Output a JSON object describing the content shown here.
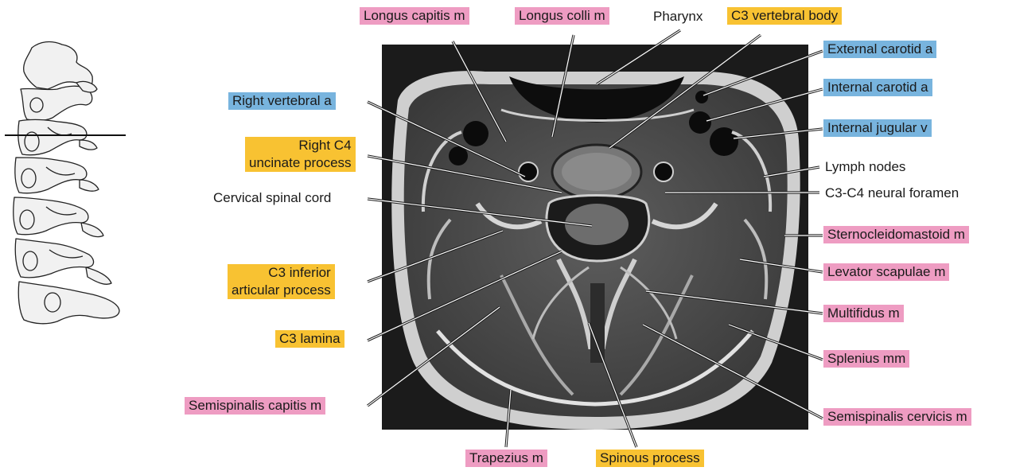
{
  "colors": {
    "muscle": "#ee9cc2",
    "bone": "#f8c232",
    "vessel": "#78b4de",
    "leader_line": "#ffffff",
    "leader_outline": "#1a1a1a"
  },
  "figure": {
    "image_description_icon": "axial-mri-c3-c4-level",
    "reference_icon": "lateral-cervical-spine-with-slice-line"
  },
  "labels": {
    "longus_capitis": "Longus capitis m",
    "longus_colli": "Longus colli m",
    "pharynx": "Pharynx",
    "c3_vertebral_body": "C3 vertebral body",
    "external_carotid": "External carotid a",
    "internal_carotid": "Internal carotid a",
    "internal_jugular": "Internal jugular v",
    "right_vertebral": "Right vertebral a",
    "right_c4_uncinate_1": "Right C4",
    "right_c4_uncinate_2": "uncinate process",
    "cervical_spinal_cord": "Cervical spinal cord",
    "lymph_nodes": "Lymph nodes",
    "neural_foramen": "C3-C4 neural foramen",
    "sternocleidomastoid": "Sternocleidomastoid m",
    "levator_scapulae": "Levator scapulae m",
    "c3_inferior_articular_1": "C3 inferior",
    "c3_inferior_articular_2": "articular process",
    "multifidus": "Multifidus m",
    "c3_lamina": "C3 lamina",
    "splenius": "Splenius mm",
    "semispinalis_capitis": "Semispinalis capitis m",
    "semispinalis_cervicis": "Semispinalis cervicis m",
    "trapezius": "Trapezius m",
    "spinous_process": "Spinous process"
  }
}
